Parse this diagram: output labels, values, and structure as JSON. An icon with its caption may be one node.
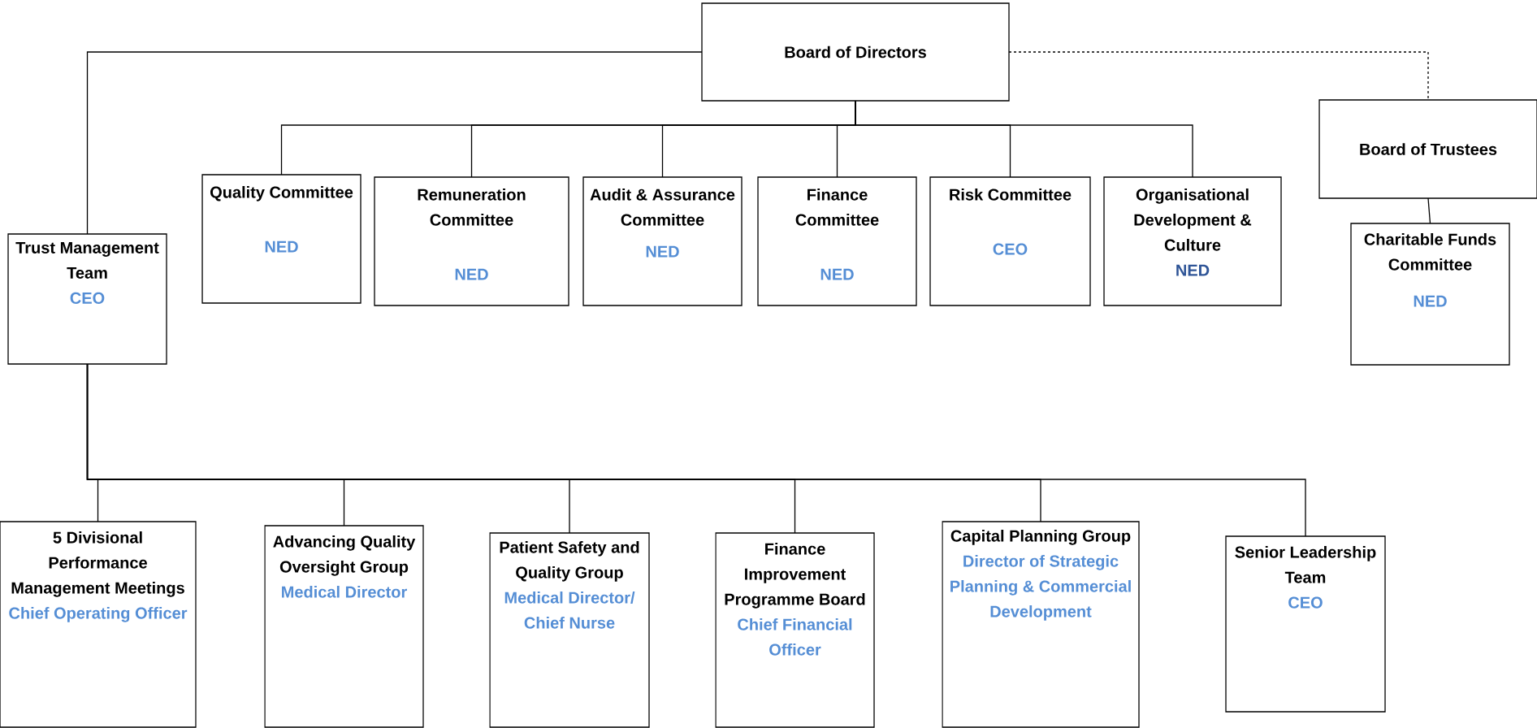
{
  "diagram": {
    "nodes": [
      {
        "text": [
          "Board of Directors"
        ]
      },
      {
        "text": [
          "Board of Trustees"
        ]
      },
      {
        "text": [
          "Quality Committee",
          "NED"
        ]
      },
      {
        "text": [
          "Remuneration Committee",
          "NED"
        ]
      },
      {
        "text": [
          "Audit & Assurance Committee",
          "NED"
        ]
      },
      {
        "text": [
          "Finance Committee",
          "NED"
        ]
      },
      {
        "text": [
          "Risk Committee",
          "CEO"
        ]
      },
      {
        "text": [
          "Organisational Development & Culture",
          "NED"
        ]
      },
      {
        "text": [
          "Charitable Funds Committee",
          "NED"
        ]
      },
      {
        "text": [
          "Trust Management Team",
          "CEO"
        ]
      },
      {
        "text": [
          "5 Divisional Performance Management Meetings",
          "Chief Operating Officer"
        ]
      },
      {
        "text": [
          "Advancing Quality Oversight Group",
          "Medical Director"
        ]
      },
      {
        "text": [
          "Patient Safety and Quality Group",
          "Medical Director/ Chief Nurse"
        ]
      },
      {
        "text": [
          "Finance Improvement Programme Board",
          "Chief Financial Officer"
        ]
      },
      {
        "text": [
          "Capital Planning Group",
          "Director of Strategic Planning & Commercial Development"
        ]
      },
      {
        "text": [
          "Senior Leadership Team",
          "CEO"
        ]
      }
    ],
    "edges": [
      {
        "from": 0,
        "to": 9,
        "arrow": "none"
      },
      {
        "from": 0,
        "to": 1,
        "arrow": "none",
        "style": "dashed"
      },
      {
        "from": 0,
        "to": 2,
        "arrow": "none"
      },
      {
        "from": 0,
        "to": 3,
        "arrow": "none"
      },
      {
        "from": 0,
        "to": 4,
        "arrow": "none"
      },
      {
        "from": 0,
        "to": 5,
        "arrow": "none"
      },
      {
        "from": 0,
        "to": 6,
        "arrow": "none"
      },
      {
        "from": 0,
        "to": 7,
        "arrow": "none"
      },
      {
        "from": 1,
        "to": 8,
        "arrow": "none"
      },
      {
        "from": 9,
        "to": 10,
        "arrow": "none"
      },
      {
        "from": 9,
        "to": 11,
        "arrow": "none"
      },
      {
        "from": 9,
        "to": 12,
        "arrow": "none"
      },
      {
        "from": 9,
        "to": 13,
        "arrow": "none"
      },
      {
        "from": 9,
        "to": 14,
        "arrow": "none"
      },
      {
        "from": 9,
        "to": 15,
        "arrow": "none"
      }
    ]
  }
}
